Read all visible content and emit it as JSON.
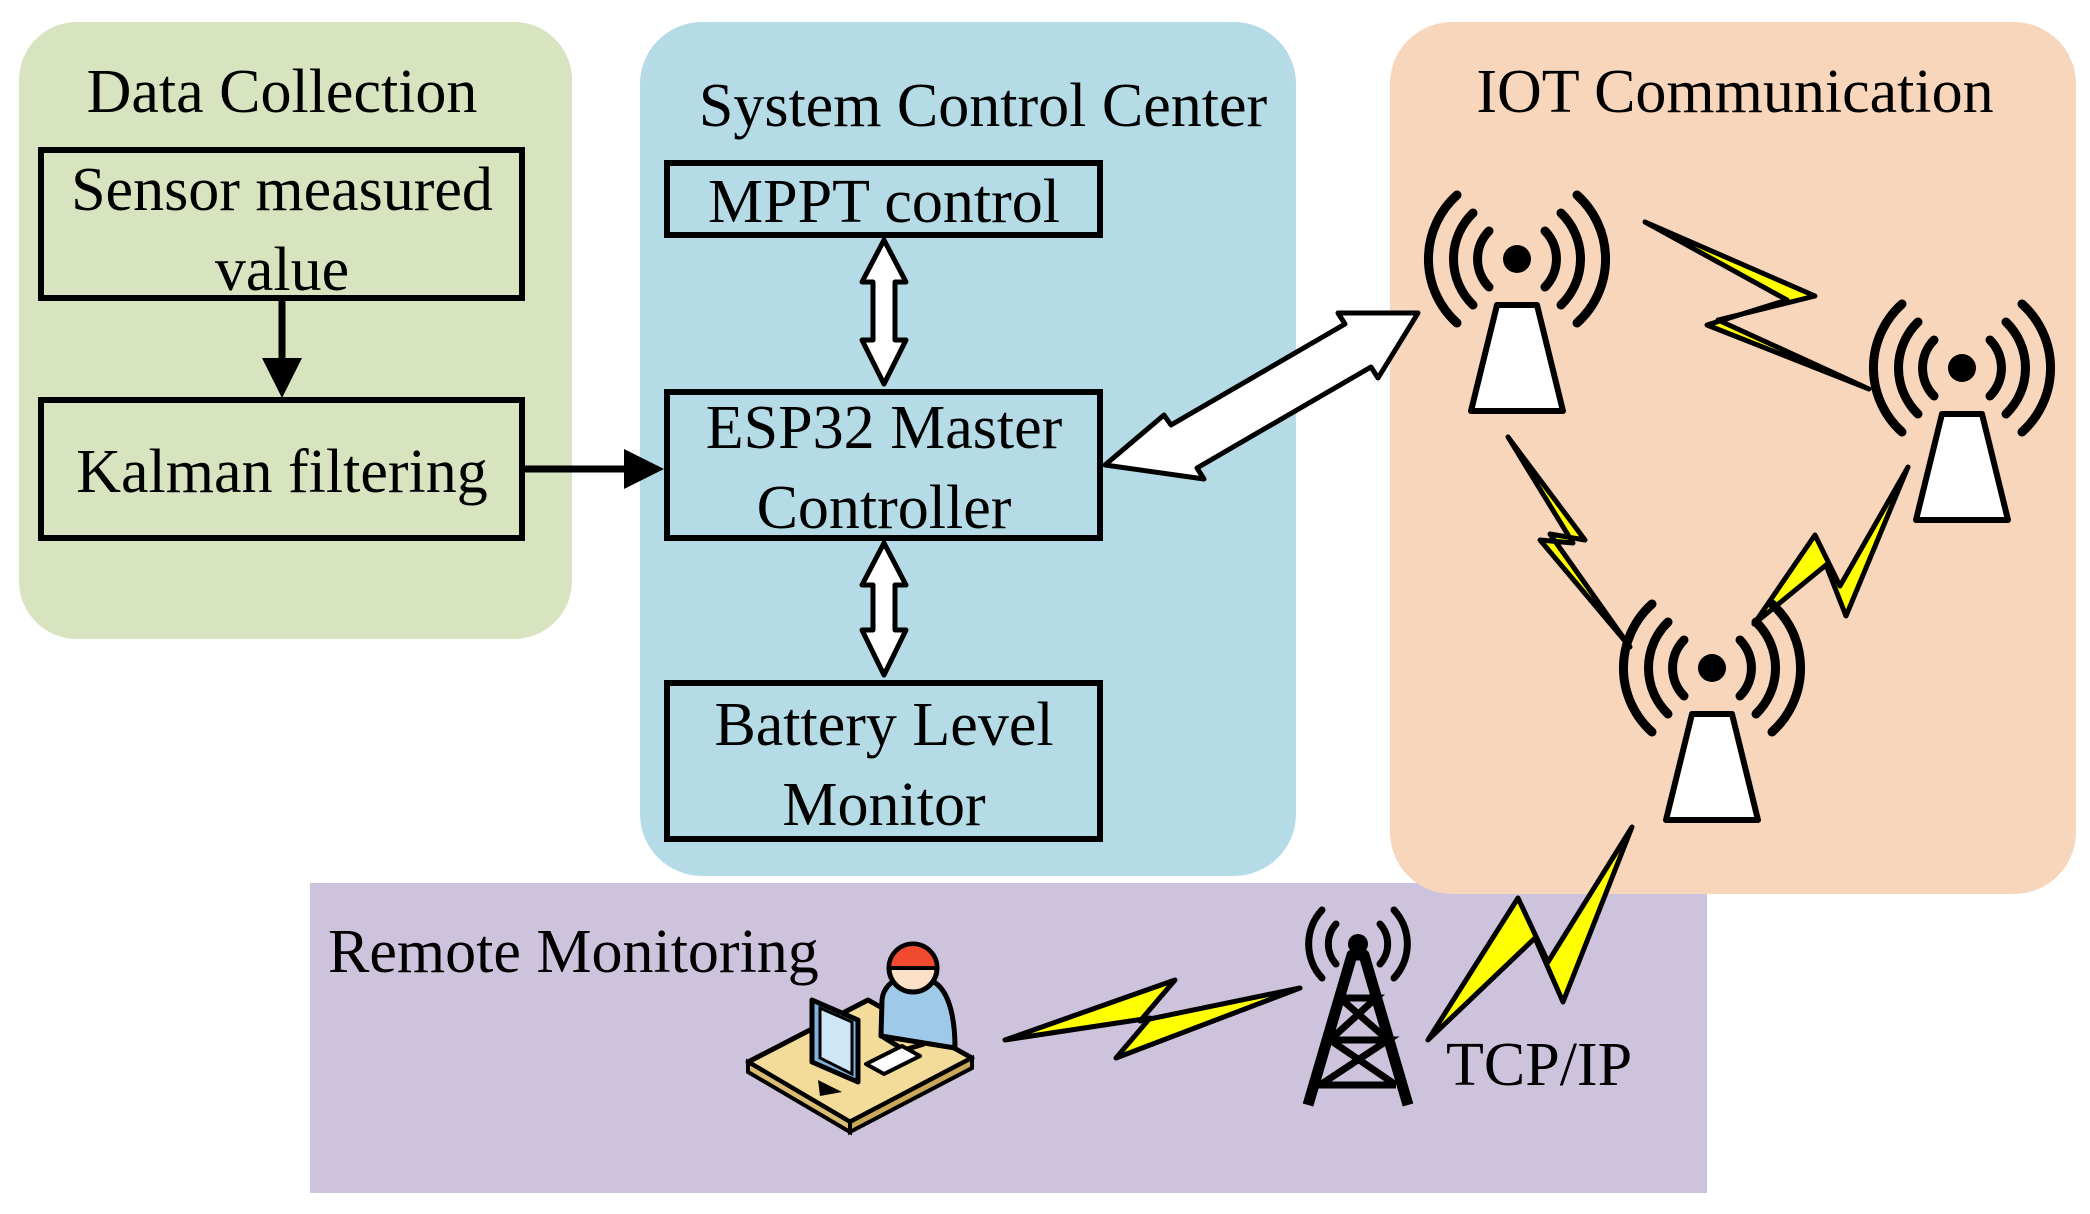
{
  "groups": {
    "data_collection": {
      "title": "Data Collection",
      "sensor_box": [
        "Sensor measured",
        "value"
      ],
      "kalman_box": "Kalman filtering",
      "color": "#d8e3c0"
    },
    "system_control": {
      "title": "System Control Center",
      "mppt_box": "MPPT control",
      "esp32_box": [
        "ESP32 Master",
        "Controller"
      ],
      "battery_box": [
        "Battery Level",
        "Monitor"
      ],
      "color": "#b5dce6"
    },
    "iot_communication": {
      "title": "IOT Communication",
      "color": "#f8d6bc"
    },
    "remote_monitoring": {
      "title": "Remote Monitoring",
      "protocol": "TCP/IP",
      "color": "#cdc3dc"
    }
  },
  "colors": {
    "lightning": "#ffff00",
    "stroke": "#000000"
  },
  "icons": [
    "wireless-antenna-icon",
    "cell-tower-icon",
    "operator-workstation-icon",
    "lightning-bolt-icon"
  ]
}
